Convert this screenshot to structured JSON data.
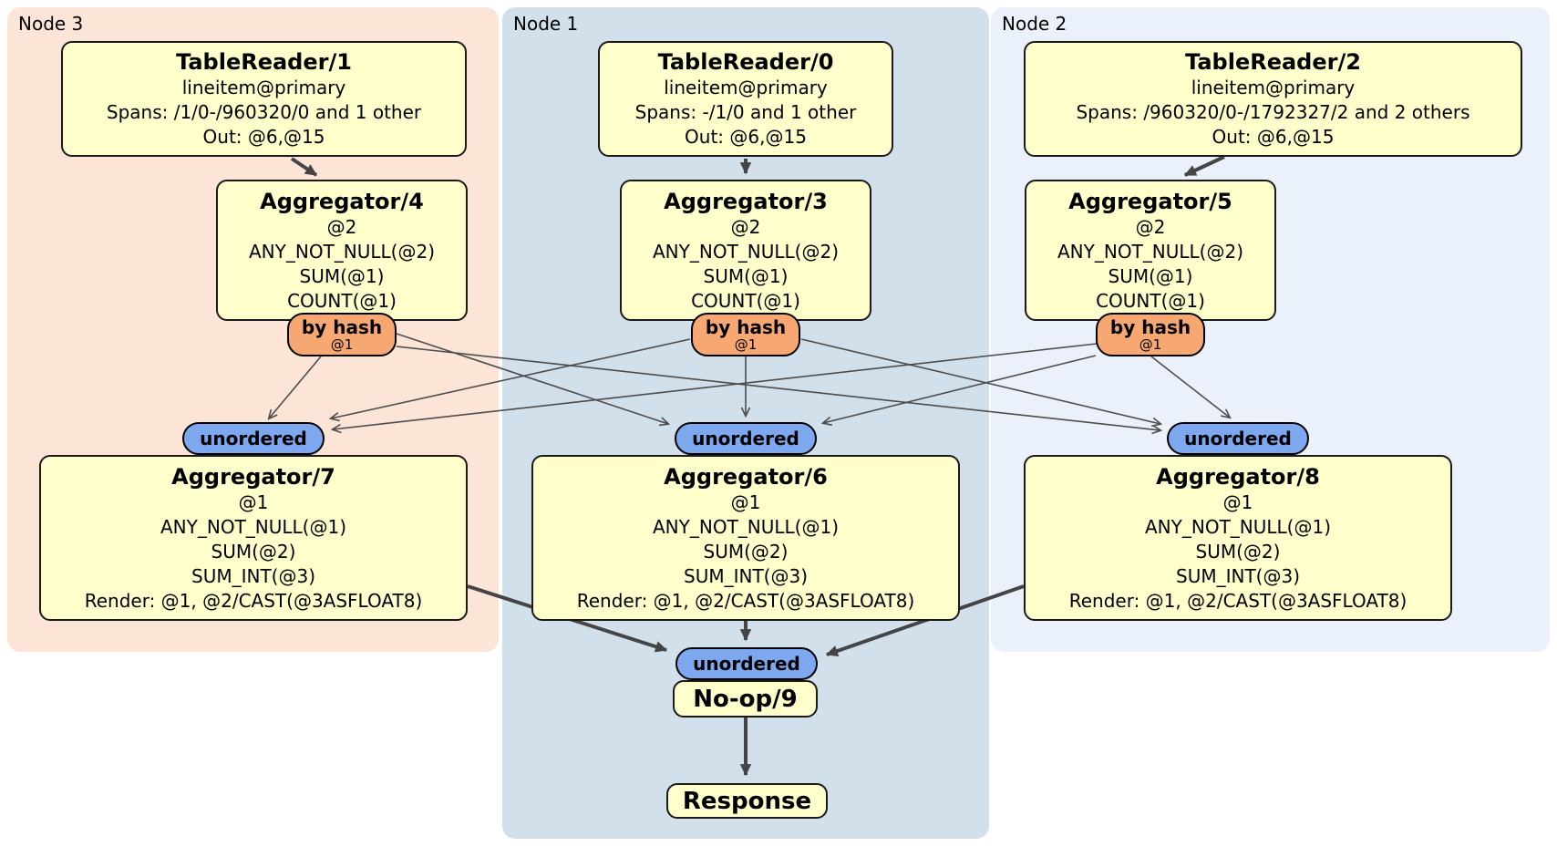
{
  "regions": [
    {
      "id": "node3",
      "label": "Node 3"
    },
    {
      "id": "node1",
      "label": "Node 1"
    },
    {
      "id": "node2",
      "label": "Node 2"
    }
  ],
  "boxes": {
    "tr1": {
      "title": "TableReader/1",
      "lines": [
        "lineitem@primary",
        "Spans: /1/0-/960320/0 and 1 other",
        "Out: @6,@15"
      ]
    },
    "tr0": {
      "title": "TableReader/0",
      "lines": [
        "lineitem@primary",
        "Spans: -/1/0 and 1 other",
        "Out: @6,@15"
      ]
    },
    "tr2": {
      "title": "TableReader/2",
      "lines": [
        "lineitem@primary",
        "Spans: /960320/0-/1792327/2 and 2 others",
        "Out: @6,@15"
      ]
    },
    "agg4": {
      "title": "Aggregator/4",
      "lines": [
        "@2",
        "ANY_NOT_NULL(@2)",
        "SUM(@1)",
        "COUNT(@1)"
      ]
    },
    "agg3": {
      "title": "Aggregator/3",
      "lines": [
        "@2",
        "ANY_NOT_NULL(@2)",
        "SUM(@1)",
        "COUNT(@1)"
      ]
    },
    "agg5": {
      "title": "Aggregator/5",
      "lines": [
        "@2",
        "ANY_NOT_NULL(@2)",
        "SUM(@1)",
        "COUNT(@1)"
      ]
    },
    "agg7": {
      "title": "Aggregator/7",
      "lines": [
        "@1",
        "ANY_NOT_NULL(@1)",
        "SUM(@2)",
        "SUM_INT(@3)",
        "Render: @1, @2/CAST(@3ASFLOAT8)"
      ]
    },
    "agg6": {
      "title": "Aggregator/6",
      "lines": [
        "@1",
        "ANY_NOT_NULL(@1)",
        "SUM(@2)",
        "SUM_INT(@3)",
        "Render: @1, @2/CAST(@3ASFLOAT8)"
      ]
    },
    "agg8": {
      "title": "Aggregator/8",
      "lines": [
        "@1",
        "ANY_NOT_NULL(@1)",
        "SUM(@2)",
        "SUM_INT(@3)",
        "Render: @1, @2/CAST(@3ASFLOAT8)"
      ]
    },
    "noop": {
      "title": "No-op/9"
    },
    "response": {
      "title": "Response"
    }
  },
  "routers": {
    "by_hash": {
      "label": "by hash",
      "sub": "@1"
    },
    "unordered": {
      "label": "unordered"
    }
  },
  "edges": [
    {
      "from": "TableReader/1",
      "to": "Aggregator/4"
    },
    {
      "from": "TableReader/0",
      "to": "Aggregator/3"
    },
    {
      "from": "TableReader/2",
      "to": "Aggregator/5"
    },
    {
      "from": "Aggregator/4 by hash",
      "to": "unordered Aggregator/7"
    },
    {
      "from": "Aggregator/4 by hash",
      "to": "unordered Aggregator/6"
    },
    {
      "from": "Aggregator/4 by hash",
      "to": "unordered Aggregator/8"
    },
    {
      "from": "Aggregator/3 by hash",
      "to": "unordered Aggregator/7"
    },
    {
      "from": "Aggregator/3 by hash",
      "to": "unordered Aggregator/6"
    },
    {
      "from": "Aggregator/3 by hash",
      "to": "unordered Aggregator/8"
    },
    {
      "from": "Aggregator/5 by hash",
      "to": "unordered Aggregator/7"
    },
    {
      "from": "Aggregator/5 by hash",
      "to": "unordered Aggregator/6"
    },
    {
      "from": "Aggregator/5 by hash",
      "to": "unordered Aggregator/8"
    },
    {
      "from": "Aggregator/7",
      "to": "unordered No-op/9"
    },
    {
      "from": "Aggregator/6",
      "to": "unordered No-op/9"
    },
    {
      "from": "Aggregator/8",
      "to": "unordered No-op/9"
    },
    {
      "from": "No-op/9",
      "to": "Response"
    }
  ],
  "colors": {
    "region_node3": "#fce4d7",
    "region_node1": "#d2e0eb",
    "region_node2": "#ebf1fa",
    "box_fill": "#ffffcc",
    "box_border": "#1a1a1a",
    "router_fill": "#f7a771",
    "stream_fill": "#7da8f0",
    "edge_thin": "#4d4d4d",
    "edge_thick": "#454545",
    "text": "#000000"
  }
}
